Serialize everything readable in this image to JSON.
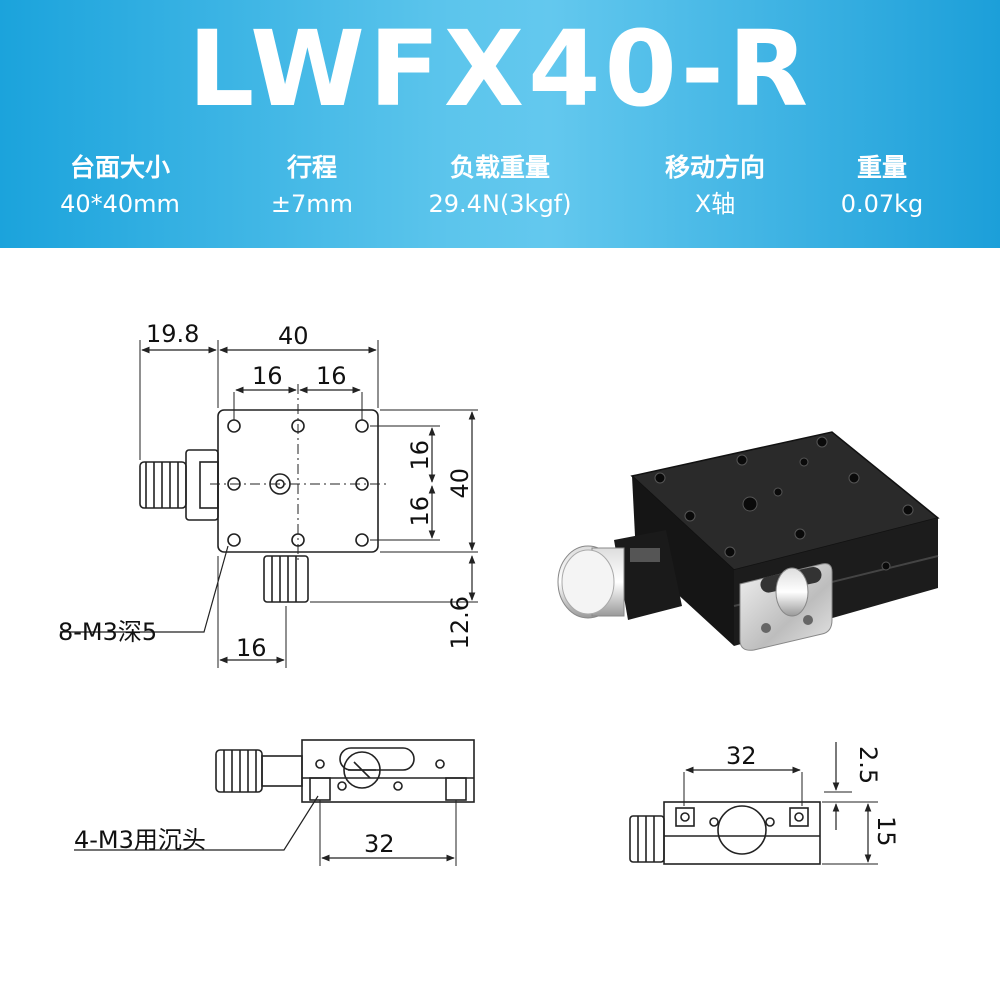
{
  "title": "LWFX40-R",
  "specs": [
    {
      "label": "台面大小",
      "value": "40*40mm"
    },
    {
      "label": "行程",
      "value": "±7mm"
    },
    {
      "label": "负载重量",
      "value": "29.4N(3kgf)"
    },
    {
      "label": "移动方向",
      "value": "X轴"
    },
    {
      "label": "重量",
      "value": "0.07kg"
    }
  ],
  "drawing": {
    "top_view": {
      "dim_19_8": "19.8",
      "dim_40_top": "40",
      "dim_16_left": "16",
      "dim_16_right": "16",
      "dim_16_upper": "16",
      "dim_16_lower": "16",
      "dim_40_side": "40",
      "dim_12_6": "12.6",
      "dim_16_bottom": "16",
      "callout_holes": "8-M3深5"
    },
    "front_view": {
      "dim_32": "32",
      "callout_holes": "4-M3用沉头"
    },
    "side_view": {
      "dim_32": "32",
      "dim_2_5": "2.5",
      "dim_15": "15"
    }
  },
  "colors": {
    "banner_blue": "#1ba3dc",
    "banner_light": "#63c8ee",
    "text": "#ffffff",
    "line": "#222222"
  }
}
